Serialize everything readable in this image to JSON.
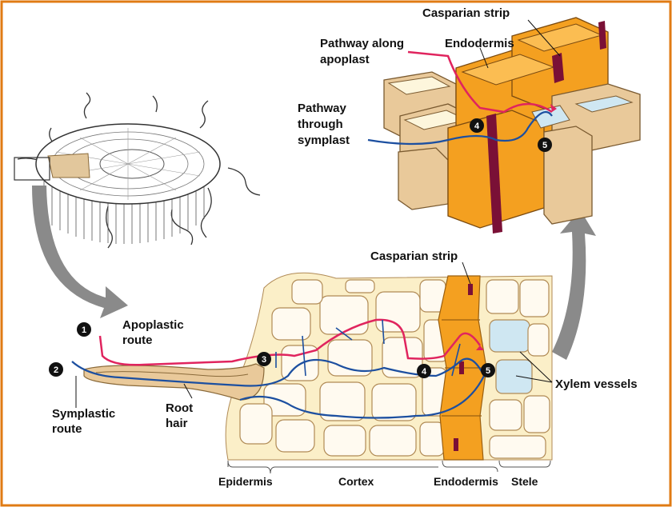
{
  "colors": {
    "border": "#e07b14",
    "apoplast": "#e0245e",
    "symplast": "#1c4fa0",
    "cell_fill": "#fbefc8",
    "cell_wall": "#e9c99a",
    "endodermis": "#f4a020",
    "casparian": "#7a1036",
    "xylem": "#cfe7f2",
    "arrow_gray": "#8a8a8a"
  },
  "labels": {
    "casparian_top": "Casparian strip",
    "endodermis_top": "Endodermis",
    "pathway_apoplast_1": "Pathway along",
    "pathway_apoplast_2": "apoplast",
    "pathway_symplast_1": "Pathway",
    "pathway_symplast_2": "through",
    "pathway_symplast_3": "symplast",
    "casparian_mid": "Casparian strip",
    "apoplastic_1": "Apoplastic",
    "apoplastic_2": "route",
    "symplastic_1": "Symplastic",
    "symplastic_2": "route",
    "root_hair_1": "Root",
    "root_hair_2": "hair",
    "xylem": "Xylem vessels",
    "epidermis": "Epidermis",
    "cortex": "Cortex",
    "endodermis_bottom": "Endodermis",
    "stele": "Stele"
  },
  "markers": [
    "1",
    "2",
    "3",
    "4",
    "5",
    "4",
    "5"
  ]
}
